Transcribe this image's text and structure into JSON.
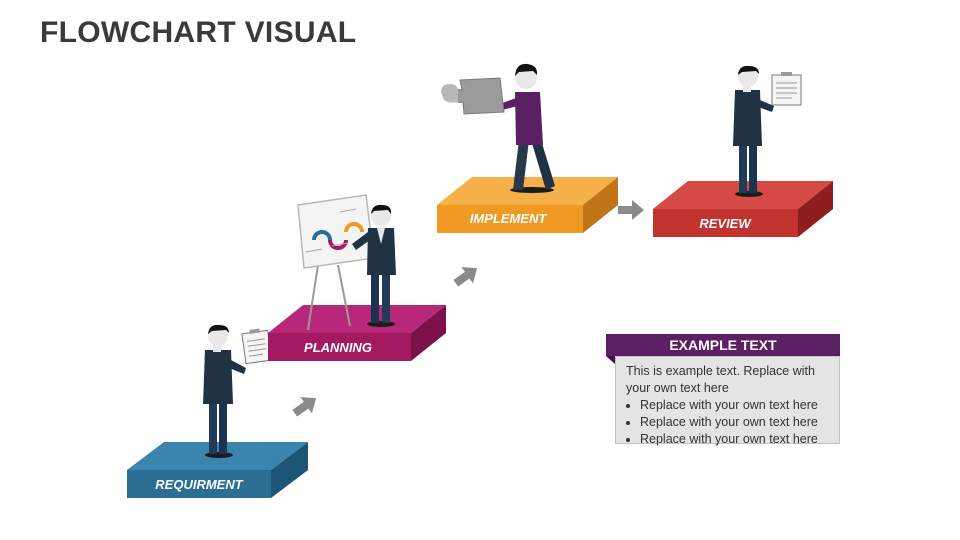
{
  "title": "FLOWCHART VISUAL",
  "steps": [
    {
      "label": "REQUIRMENT",
      "color": "#2b6d93"
    },
    {
      "label": "PLANNING",
      "color": "#a31a63"
    },
    {
      "label": "IMPLEMENT",
      "color": "#f09a24"
    },
    {
      "label": "REVIEW",
      "color": "#c2332f"
    }
  ],
  "arrow_icon": "arrow-icon",
  "example": {
    "heading": "EXAMPLE TEXT",
    "intro": "This is example text. Replace with your own text here",
    "bullets": [
      "Replace with your own text here",
      "Replace with your own text here",
      "Replace with your own text here"
    ]
  }
}
